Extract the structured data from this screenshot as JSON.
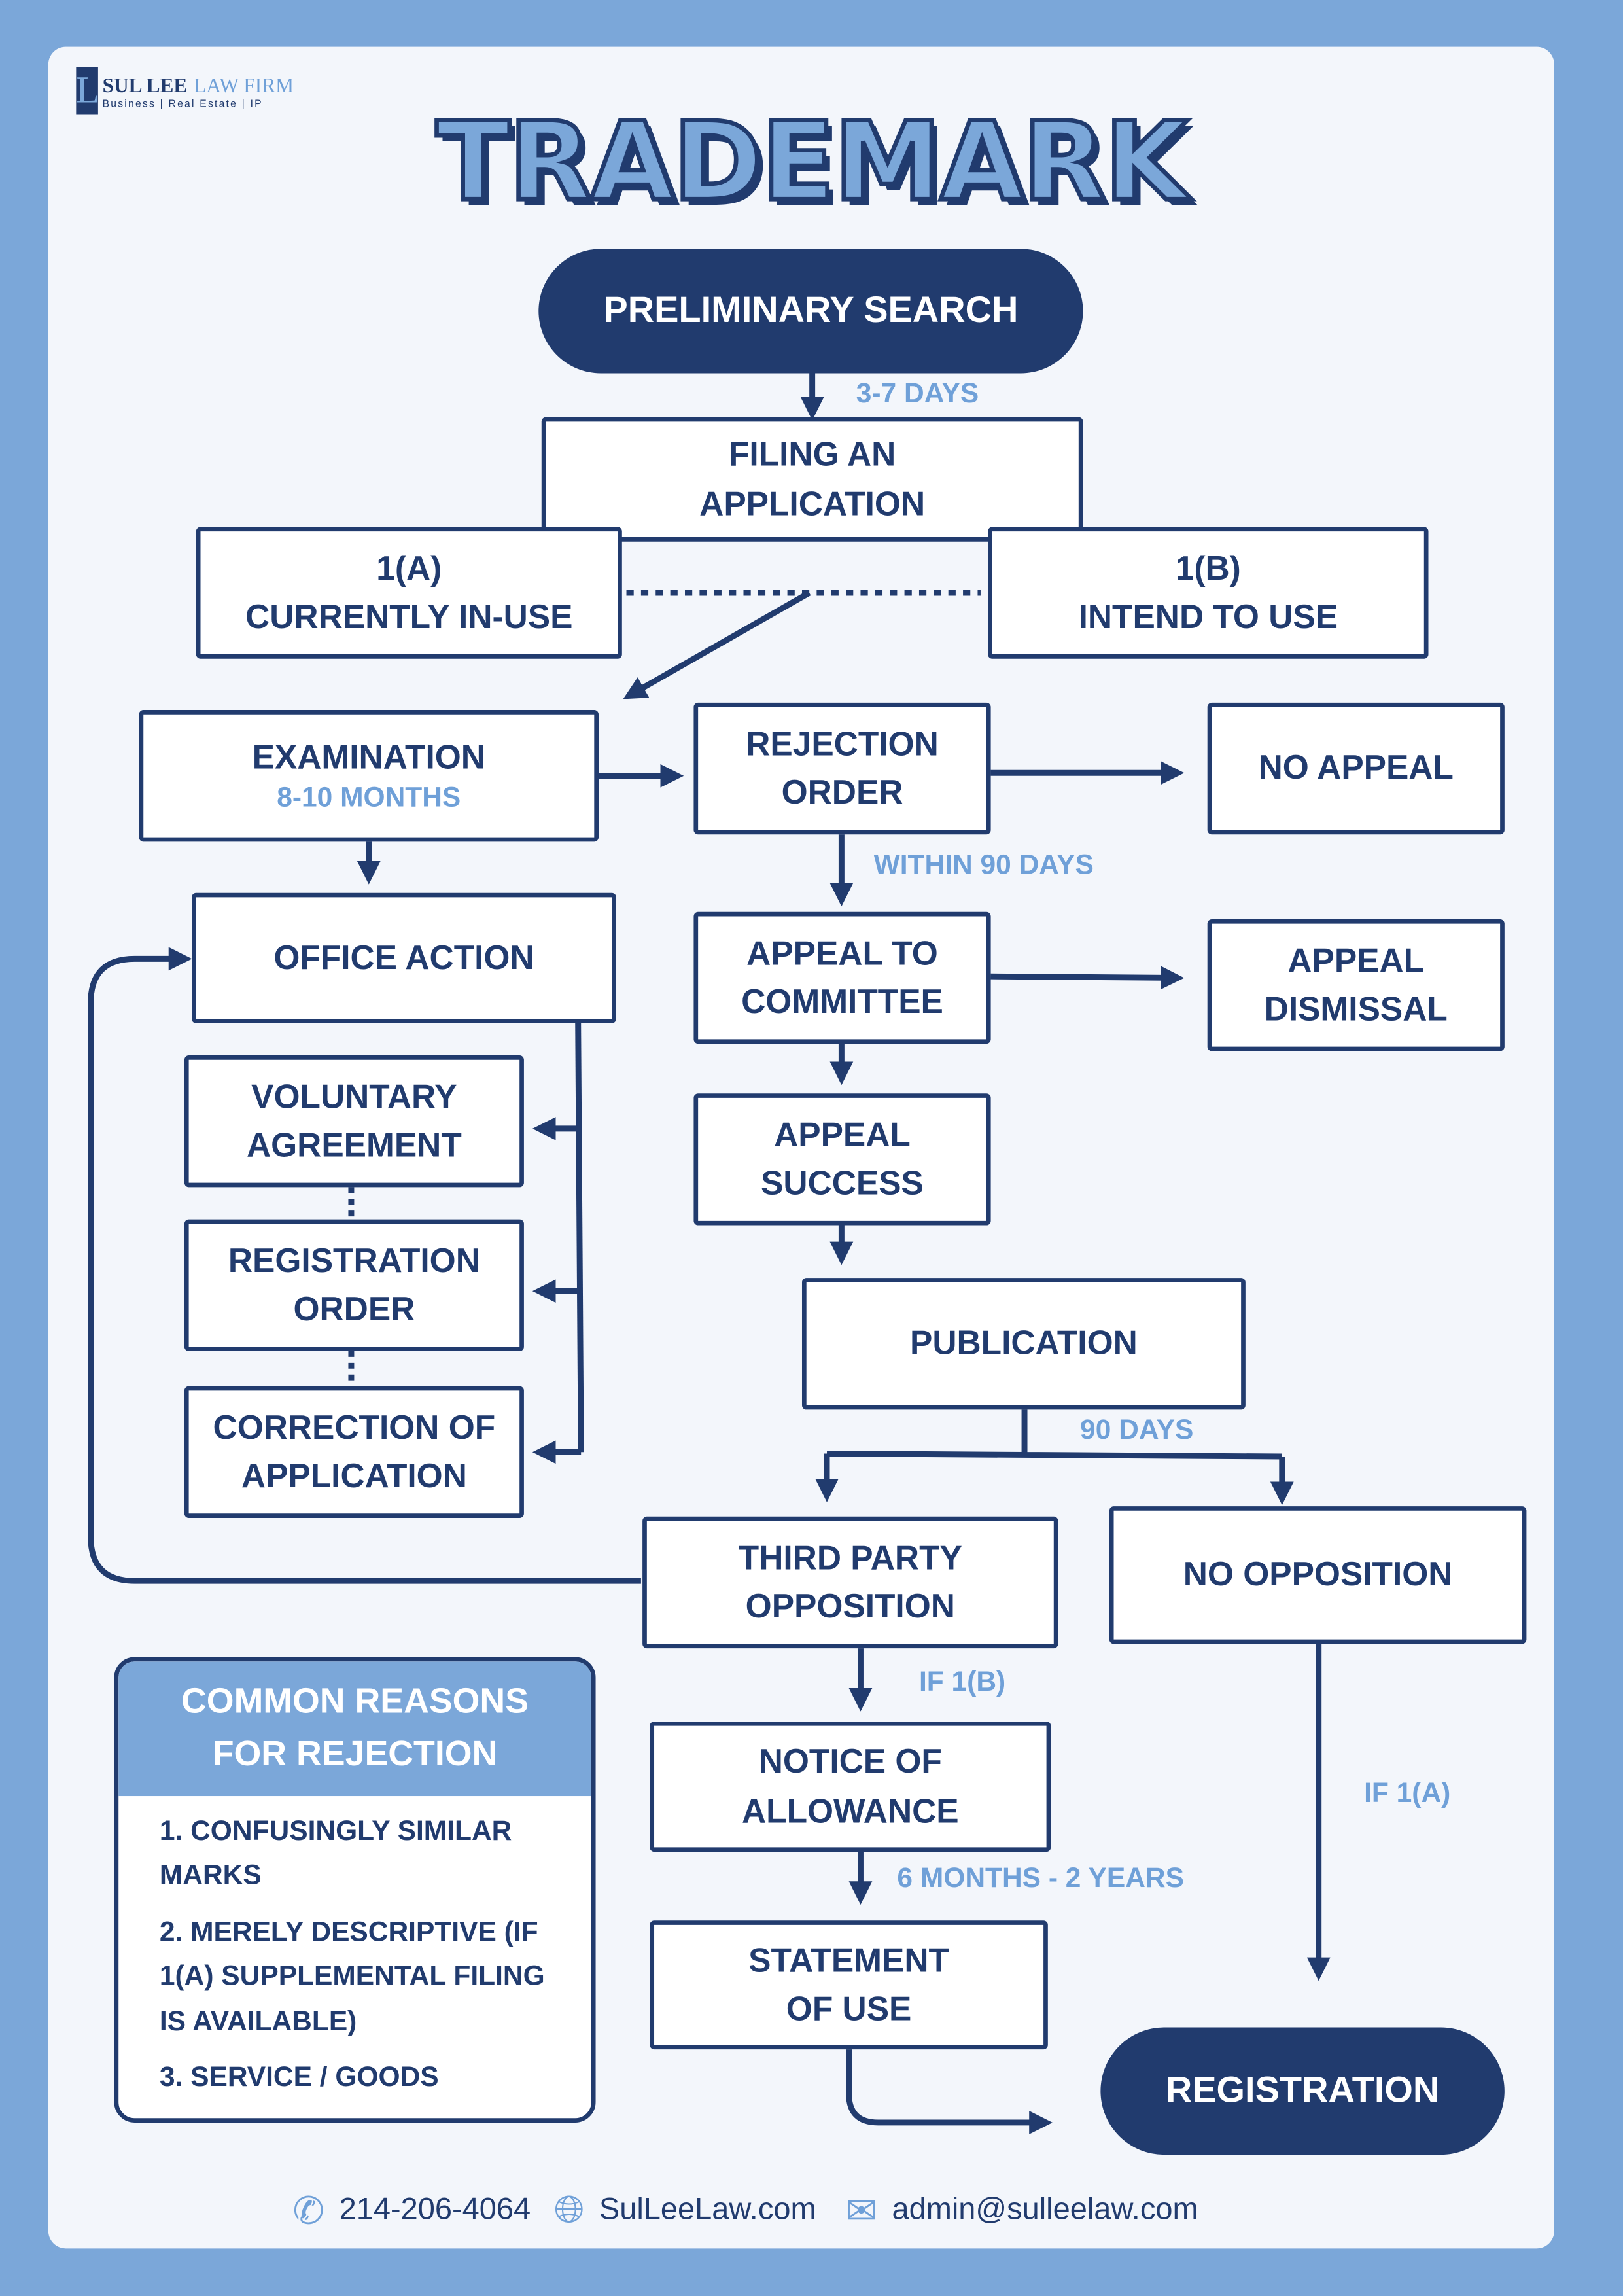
{
  "colors": {
    "background": "#7BA7D9",
    "card": "#F3F6FB",
    "navy": "#213B6E",
    "accent": "#6FA0D8"
  },
  "logo": {
    "letter": "L",
    "name_dark": "SUL LEE",
    "name_light": "LAW FIRM",
    "tagline": "Business | Real Estate | IP"
  },
  "title": "TRADEMARK",
  "nodes": {
    "preliminary_search": "PRELIMINARY SEARCH",
    "filing": [
      "FILING AN",
      "APPLICATION"
    ],
    "in_use": [
      "1(A)",
      "CURRENTLY IN-USE"
    ],
    "intend": [
      "1(B)",
      "INTEND TO USE"
    ],
    "examination": "EXAMINATION",
    "examination_time": "8-10 MONTHS",
    "rejection": [
      "REJECTION",
      "ORDER"
    ],
    "no_appeal": "NO APPEAL",
    "office_action": "OFFICE ACTION",
    "appeal_committee": [
      "APPEAL TO",
      "COMMITTEE"
    ],
    "appeal_dismissal": [
      "APPEAL",
      "DISMISSAL"
    ],
    "voluntary": [
      "VOLUNTARY",
      "AGREEMENT"
    ],
    "appeal_success": [
      "APPEAL",
      "SUCCESS"
    ],
    "registration_order": [
      "REGISTRATION",
      "ORDER"
    ],
    "publication": "PUBLICATION",
    "correction": [
      "CORRECTION OF",
      "APPLICATION"
    ],
    "third_party": [
      "THIRD PARTY",
      "OPPOSITION"
    ],
    "no_opposition": "NO OPPOSITION",
    "notice": [
      "NOTICE OF",
      "ALLOWANCE"
    ],
    "statement": [
      "STATEMENT",
      "OF USE"
    ],
    "registration": "REGISTRATION"
  },
  "labels": {
    "days_3_7": "3-7 DAYS",
    "within_90": "WITHIN 90 DAYS",
    "days_90": "90 DAYS",
    "if_1b": "IF 1(B)",
    "months": "6 MONTHS - 2 YEARS",
    "if_1a": "IF 1(A)"
  },
  "reasons": {
    "title": [
      "COMMON REASONS",
      "FOR REJECTION"
    ],
    "items": [
      "1. CONFUSINGLY SIMILAR MARKS",
      "2. MERELY DESCRIPTIVE (IF 1(A) SUPPLEMENTAL FILING IS AVAILABLE)",
      "3. SERVICE / GOODS"
    ]
  },
  "footer": {
    "phone": "214-206-4064",
    "website": "SulLeeLaw.com",
    "email": "admin@sulleelaw.com",
    "icons": [
      "phone-icon",
      "globe-icon",
      "mail-icon"
    ]
  }
}
